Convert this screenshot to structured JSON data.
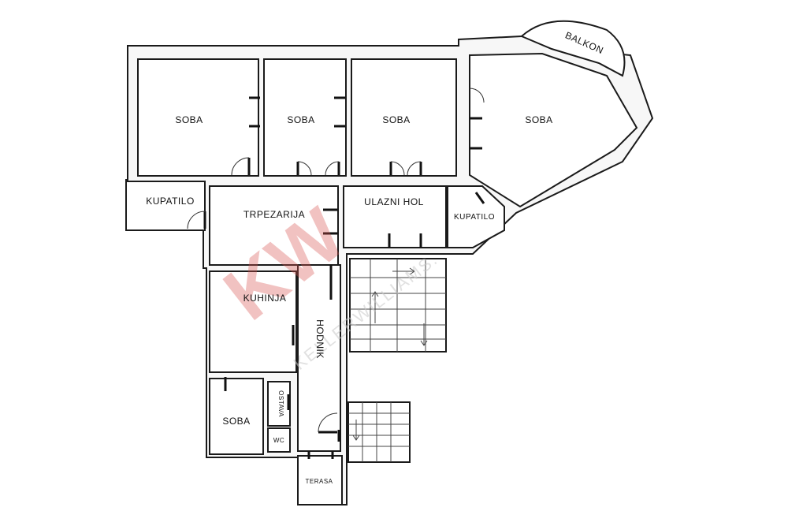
{
  "rooms": {
    "soba_1": "SOBA",
    "soba_2": "SOBA",
    "soba_3": "SOBA",
    "soba_4": "SOBA",
    "balkon": "BALKON",
    "kupatilo_left": "KUPATILO",
    "trpezarija": "TRPEZARIJA",
    "ulazni_hol": "ULAZNI HOL",
    "kupatilo_right": "KUPATILO",
    "kuhinja": "KUHINJA",
    "hodnik": "HODNIK",
    "soba_5": "SOBA",
    "ostava": "OSTAVA",
    "wc": "WC",
    "terasa": "TERASA"
  },
  "watermark": {
    "logo": "KW",
    "brand": "KELLERWILLIAMS.",
    "logo_color": "#d9534f"
  }
}
